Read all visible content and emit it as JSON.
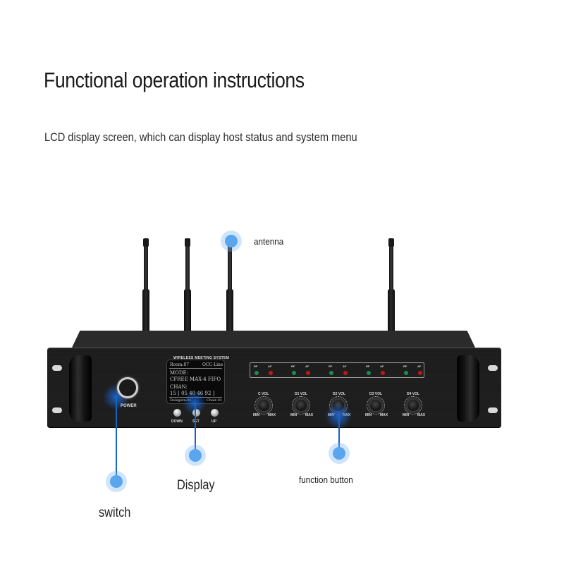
{
  "header": {
    "title": "Functional operation instructions",
    "subtitle": "LCD display screen, which can display host status and system menu"
  },
  "device": {
    "brand_label": "WIRELESS MEETING SYSTEM",
    "power_label": "POWER",
    "lcd": {
      "line1_left": "Room:07",
      "line1_right": "OCC-Line",
      "line2": "MODE:",
      "line3": "CFREE  MAX-4  FIFO",
      "line4": "CHAN:",
      "line5": "15 [ 05 40 46 92 ]",
      "line6_left": "Delegate:01",
      "line6_right": "Chair:01"
    },
    "lcd_buttons": [
      {
        "label": "DOWN"
      },
      {
        "label": "SET"
      },
      {
        "label": "UP"
      }
    ],
    "indicator_groups": [
      {
        "rf": "RF",
        "af": "AF"
      },
      {
        "rf": "RF",
        "af": "AF"
      },
      {
        "rf": "RF",
        "af": "AF"
      },
      {
        "rf": "RF",
        "af": "AF"
      },
      {
        "rf": "RF",
        "af": "AF"
      }
    ],
    "knobs": [
      {
        "label": "C VOL",
        "min": "MIN",
        "max": "MAX"
      },
      {
        "label": "D1 VOL",
        "min": "MIN",
        "max": "MAX"
      },
      {
        "label": "D2 VOL",
        "min": "MIN",
        "max": "MAX"
      },
      {
        "label": "D3 VOL",
        "min": "MIN",
        "max": "MAX"
      },
      {
        "label": "D4 VOL",
        "min": "MIN",
        "max": "MAX"
      }
    ],
    "colors": {
      "rf_led": "#1f8a4c",
      "af_led": "#c01818",
      "callout_blue": "#5aa5ee",
      "callout_line": "#1565c0"
    }
  },
  "callouts": {
    "antenna": "antenna",
    "switch": "switch",
    "display": "Display",
    "function_button": "function button"
  }
}
